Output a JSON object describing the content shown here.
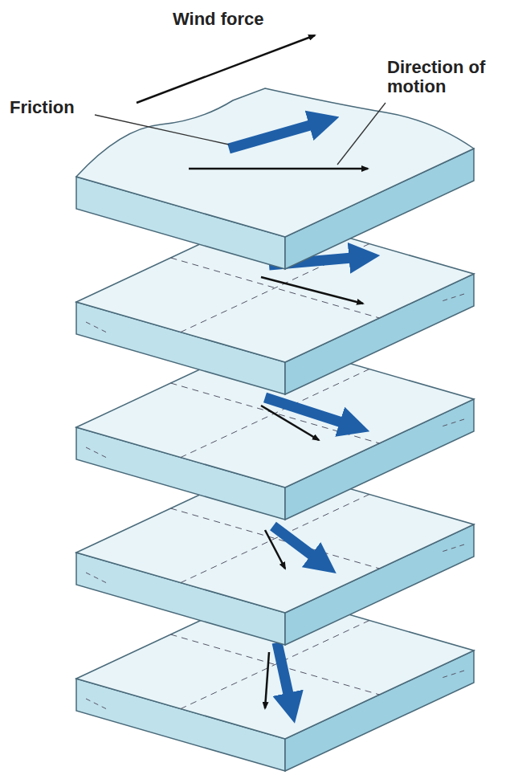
{
  "diagram": {
    "labels": [
      "Wind force",
      "Friction",
      "Direction of motion"
    ]
  }
}
